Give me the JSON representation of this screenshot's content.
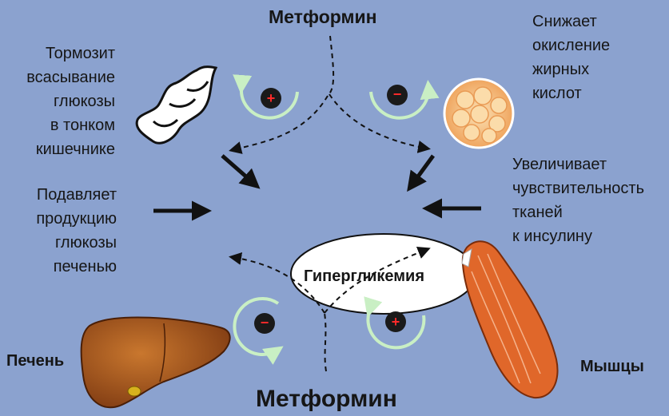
{
  "top_title": "Метформин",
  "bottom_title": "Метформин",
  "center_label": "Гипергликемия",
  "labels": {
    "intestine": "Тормозит\nвсасывание\nглюкозы\nв тонком\nкишечнике",
    "fat": "Снижает\nокисление\nжирных\nкислот",
    "liver_effect": "Подавляет\nпродукцию\nглюкозы\nпеченью",
    "muscle_effect": "Увеличивает\nчувствительность\nтканей\nк инсулину",
    "liver": "Печень",
    "muscle": "Мышцы"
  },
  "signs": {
    "intestine": "+",
    "fat": "−",
    "liver": "−",
    "muscle": "+"
  },
  "colors": {
    "background": "#8ba2cf",
    "cycle_arrow": "#c9efc4",
    "sign_badge": "#1a1a1a",
    "sign_mark": "#ff2a2a",
    "liver": "#a8521c",
    "muscle": "#e0672a",
    "fat": "#f6c58f"
  }
}
